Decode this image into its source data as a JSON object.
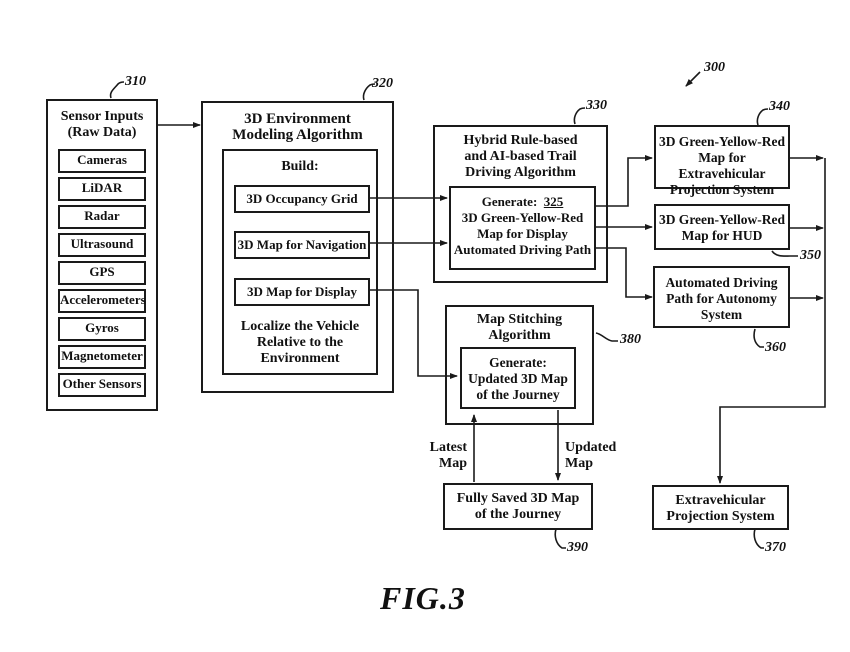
{
  "figure": {
    "label": "FIG.3",
    "ref": "300"
  },
  "sensor_inputs": {
    "ref": "310",
    "title_line1": "Sensor Inputs",
    "title_line2": "(Raw Data)",
    "items": [
      "Cameras",
      "LiDAR",
      "Radar",
      "Ultrasound",
      "GPS",
      "Accelerometers",
      "Gyros",
      "Magnetometer",
      "Other Sensors"
    ]
  },
  "env_modeling": {
    "ref": "320",
    "title_line1": "3D Environment",
    "title_line2": "Modeling Algorithm",
    "build_label": "Build:",
    "items": [
      "3D Occupancy Grid",
      "3D Map for Navigation",
      "3D Map for Display"
    ],
    "localize_line1": "Localize the Vehicle",
    "localize_line2": "Relative to the",
    "localize_line3": "Environment"
  },
  "trail_driving": {
    "ref": "330",
    "title_line1": "Hybrid Rule-based",
    "title_line2": "and AI-based Trail",
    "title_line3": "Driving Algorithm",
    "generate_label": "Generate:",
    "inner_ref": "325",
    "gen_line1": "3D Green-Yellow-Red",
    "gen_line2": "Map for Display",
    "gen_line3": "Automated Driving Path"
  },
  "outputs": [
    {
      "ref": "340",
      "line1": "3D Green-Yellow-Red",
      "line2": "Map for Extravehicular",
      "line3": "Projection System"
    },
    {
      "ref": "350",
      "line1": "3D Green-Yellow-Red",
      "line2": "Map for HUD",
      "line3": ""
    },
    {
      "ref": "360",
      "line1": "Automated Driving",
      "line2": "Path for Autonomy",
      "line3": "System"
    }
  ],
  "map_stitching": {
    "ref": "380",
    "title_line1": "Map Stitching",
    "title_line2": "Algorithm",
    "gen_line1": "Generate:",
    "gen_line2": "Updated 3D Map",
    "gen_line3": "of the Journey"
  },
  "saved_map": {
    "ref": "390",
    "line1": "Fully Saved 3D Map",
    "line2": "of the Journey",
    "latest_line1": "Latest",
    "latest_line2": "Map",
    "updated_line1": "Updated",
    "updated_line2": "Map"
  },
  "projection_system": {
    "ref": "370",
    "line1": "Extravehicular",
    "line2": "Projection System"
  },
  "colors": {
    "ink": "#1a1a1a",
    "paper": "#ffffff"
  }
}
